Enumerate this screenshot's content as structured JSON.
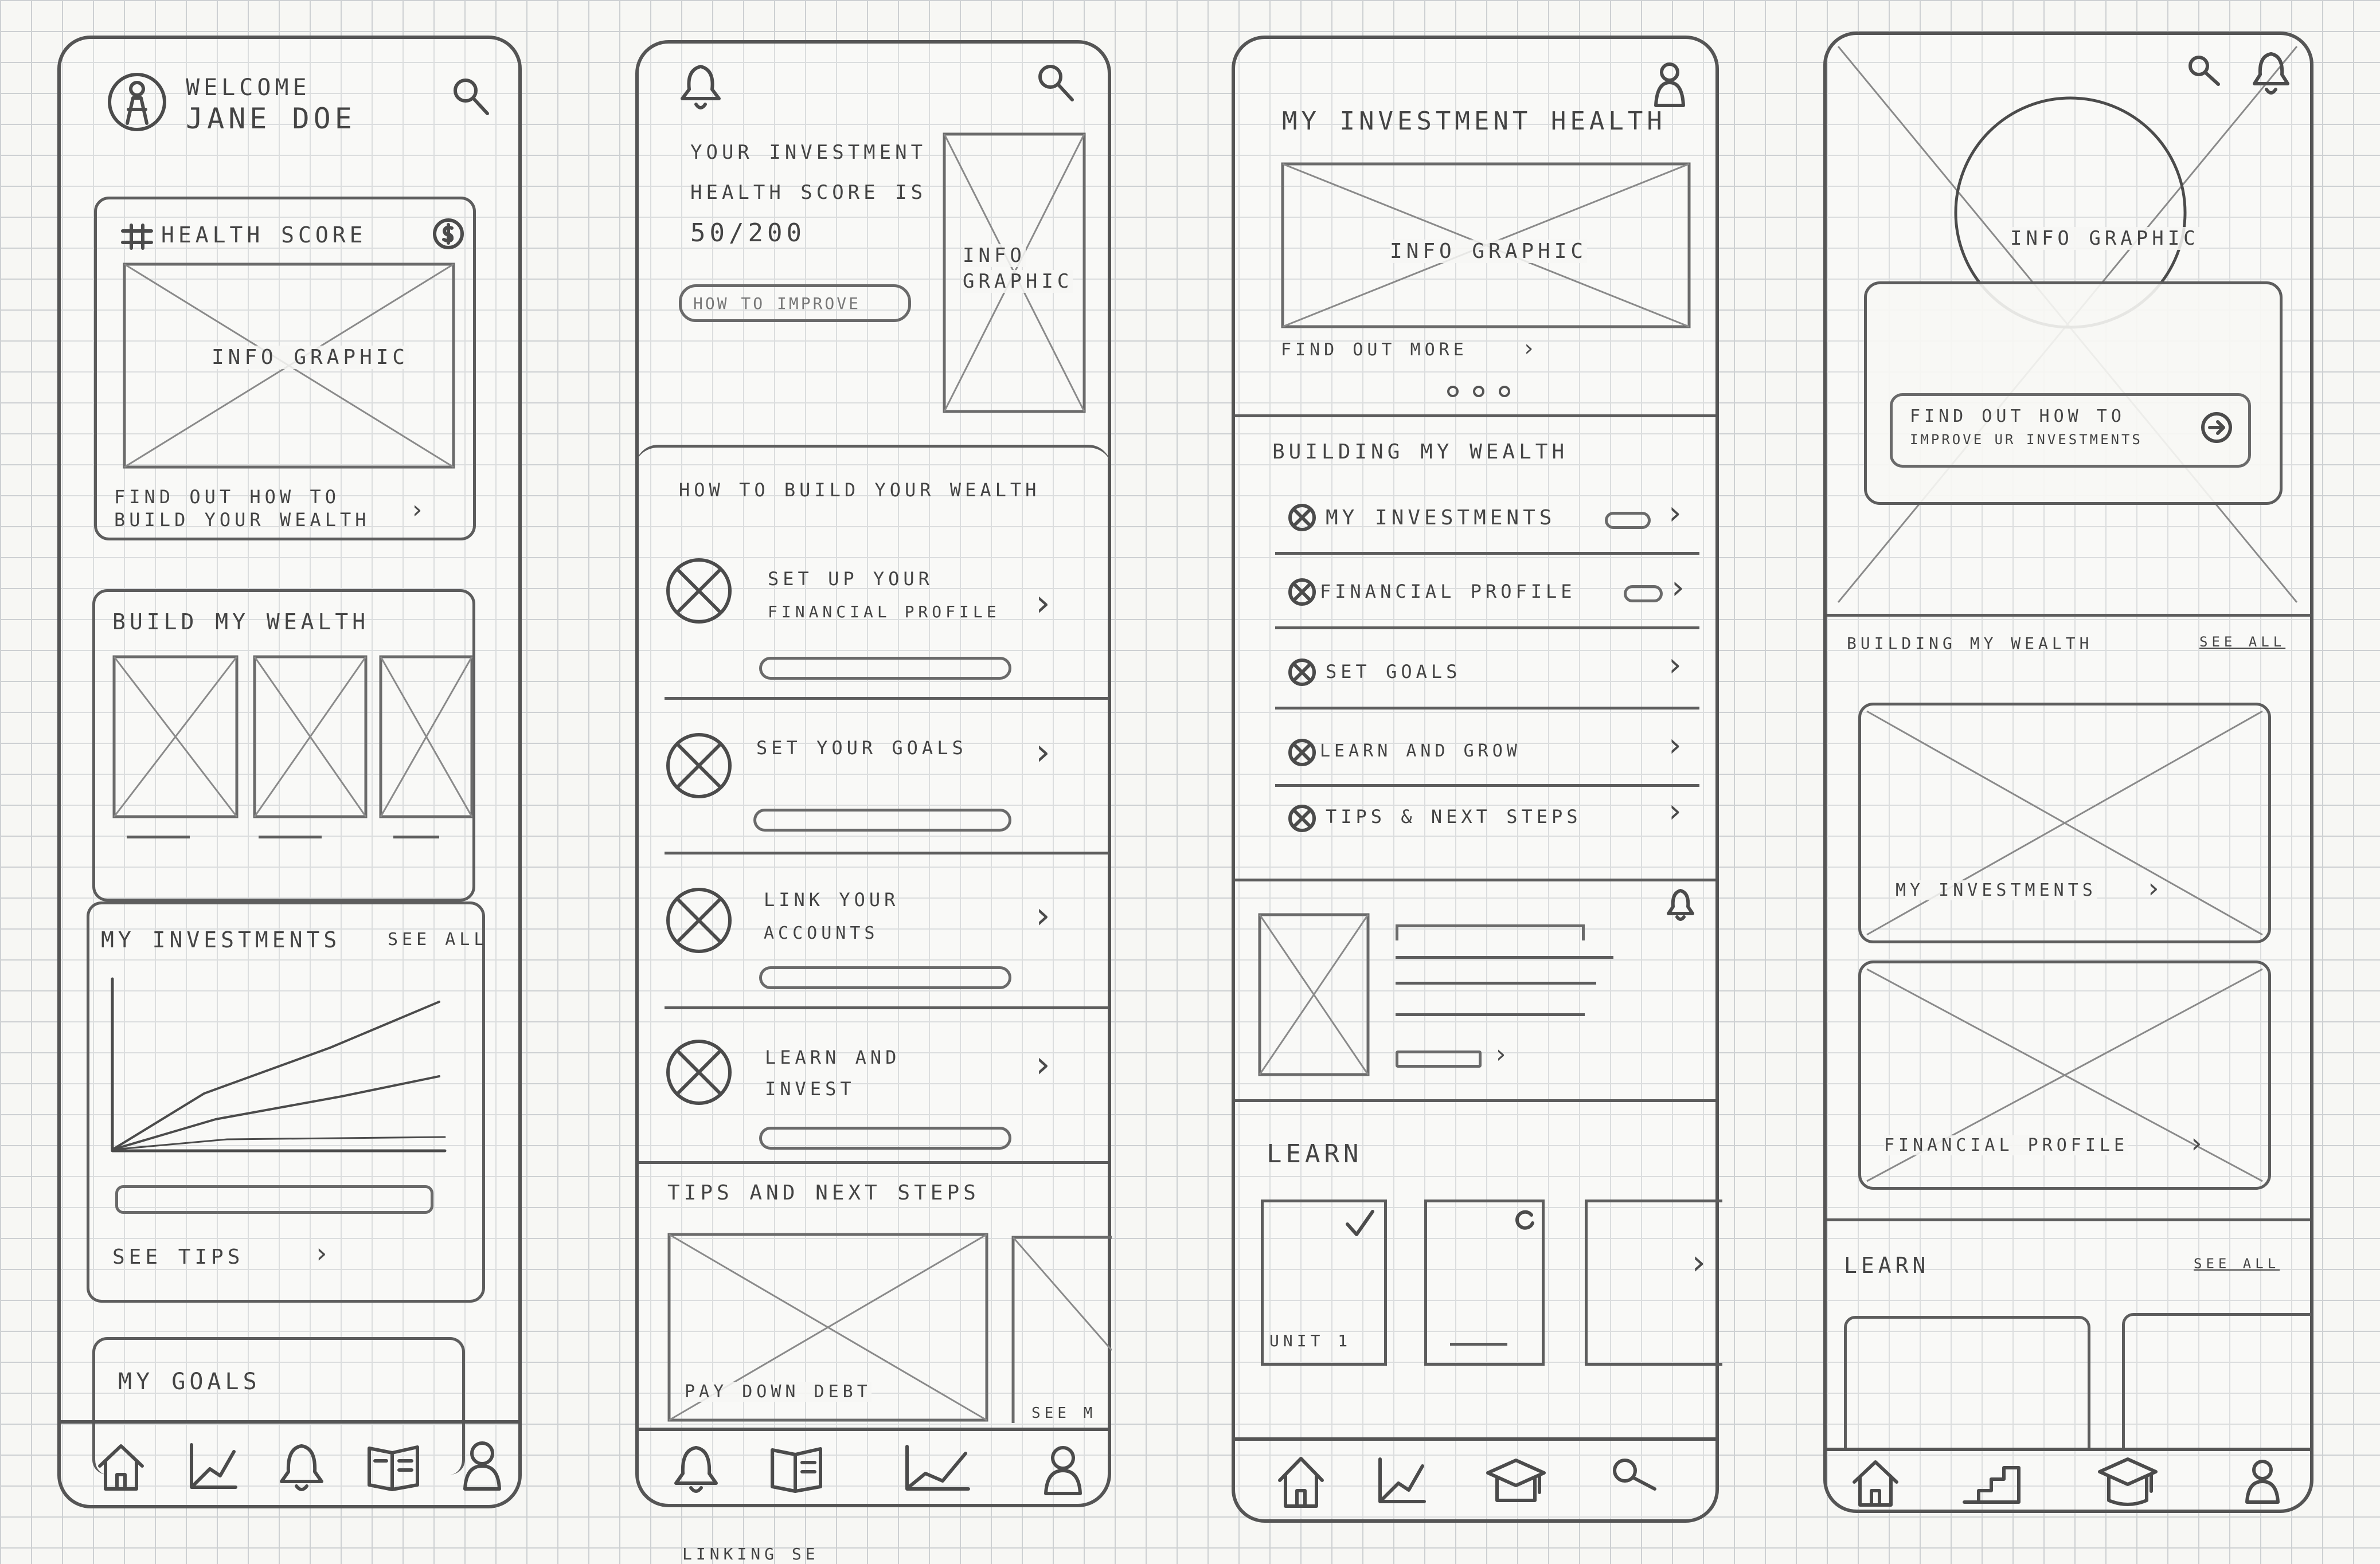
{
  "screen1": {
    "greeting": "WELCOME",
    "user_name": "JANE DOE",
    "health_card": {
      "title": "HEALTH SCORE",
      "graphic": "INFO GRAPHIC",
      "link_line1": "FIND OUT HOW TO",
      "link_line2": "BUILD YOUR WEALTH"
    },
    "build_card": {
      "title": "BUILD MY WEALTH"
    },
    "investments_card": {
      "title": "MY INVESTMENTS",
      "see_all": "SEE ALL",
      "see_tips": "SEE TIPS"
    },
    "goals_card": {
      "title": "MY GOALS"
    },
    "tab_icons": [
      "home-icon",
      "chart-icon",
      "bell-icon",
      "book-icon",
      "person-icon"
    ]
  },
  "screen2": {
    "score_line1": "YOUR INVESTMENT",
    "score_line2": "HEALTH SCORE IS",
    "score_value": "50/200",
    "improve_button": "HOW TO IMPROVE",
    "graphic_line1": "INFO",
    "graphic_line2": "GRAPHIC",
    "section_title": "HOW TO BUILD YOUR WEALTH",
    "steps": [
      {
        "line1": "SET UP YOUR",
        "line2": "FINANCIAL PROFILE"
      },
      {
        "line1": "SET YOUR GOALS",
        "line2": ""
      },
      {
        "line1": "LINK YOUR",
        "line2": "ACCOUNTS"
      },
      {
        "line1": "LEARN AND",
        "line2": "INVEST"
      }
    ],
    "tips_title": "TIPS AND NEXT STEPS",
    "tip_card_caption": "PAY DOWN DEBT",
    "see_more": "SEE M",
    "tab_icons": [
      "bell-icon",
      "book-icon",
      "chart-icon",
      "person-icon"
    ]
  },
  "screen3": {
    "title": "MY INVESTMENT HEALTH",
    "graphic": "INFO GRAPHIC",
    "find_more": "FIND OUT MORE",
    "section_title": "BUILDING MY WEALTH",
    "rows": [
      "MY INVESTMENTS",
      "FINANCIAL PROFILE",
      "SET GOALS",
      "LEARN AND GROW",
      "TIPS & NEXT STEPS"
    ],
    "learn_title": "LEARN",
    "unit_label": "UNIT 1",
    "tab_icons": [
      "home-icon",
      "chart-icon",
      "cap-icon",
      "search-icon"
    ]
  },
  "screen4": {
    "graphic": "INFO GRAPHIC",
    "find_line1": "FIND OUT HOW TO",
    "find_line2": "IMPROVE UR INVESTMENTS",
    "section_title": "BUILDING MY WEALTH",
    "see_all": "SEE ALL",
    "card1": "MY INVESTMENTS",
    "card2": "FINANCIAL PROFILE",
    "learn_title": "LEARN",
    "learn_see_all": "SEE ALL",
    "tab_icons": [
      "home-icon",
      "stairs-icon",
      "cap-icon",
      "person-icon"
    ]
  },
  "footer_scribble": "LINKING SE"
}
